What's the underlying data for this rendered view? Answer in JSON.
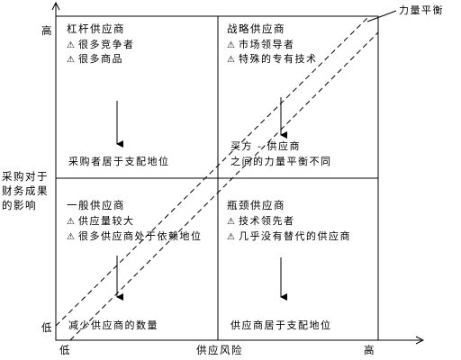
{
  "y_axis": {
    "label_lines": [
      "采购对于",
      "财务成果",
      "的影响"
    ],
    "high": "高",
    "low": "低"
  },
  "x_axis": {
    "label": "供应风险",
    "low": "低",
    "high": "高"
  },
  "balance_label": "力量平衡",
  "quadrants": {
    "top_left": {
      "title": "杠杆供应商",
      "bullets": [
        "很多竞争者",
        "很多商品"
      ],
      "conclusion": "采购者居于支配地位"
    },
    "top_right": {
      "title": "战略供应商",
      "bullets": [
        "市场领导者",
        "特殊的专有技术"
      ],
      "conclusion_lines": [
        "买方 - 供应商",
        "之间的力量平衡不同"
      ]
    },
    "bottom_left": {
      "title": "一般供应商",
      "bullets": [
        "供应量较大",
        "很多供应商处于依赖地位"
      ],
      "conclusion": "减少供应商的数量"
    },
    "bottom_right": {
      "title": "瓶颈供应商",
      "bullets": [
        "技术领先者",
        "几乎没有替代的供应商"
      ],
      "conclusion": "供应商居于支配地位"
    }
  }
}
